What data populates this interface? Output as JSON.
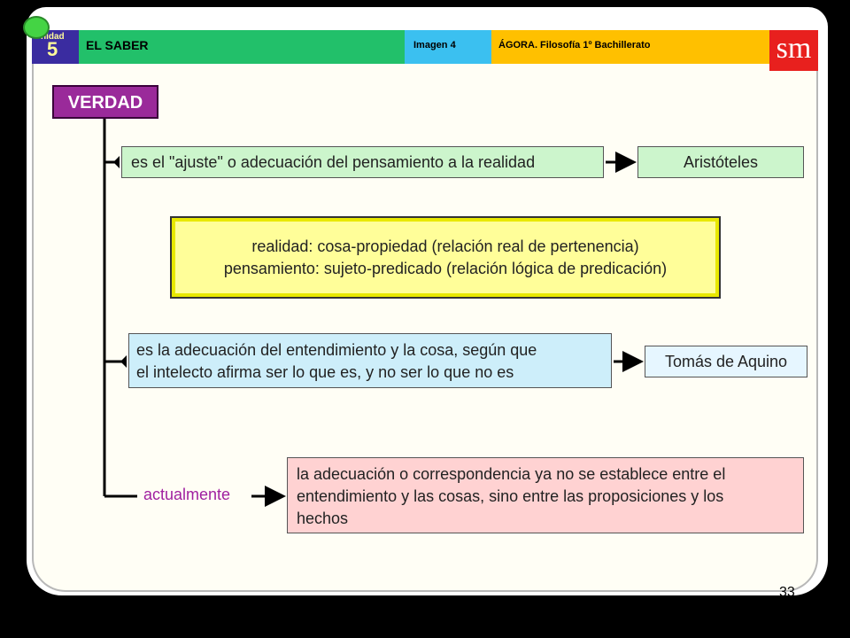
{
  "header": {
    "unit_label": "nidad",
    "unit_number": "5",
    "section": "EL SABER",
    "image": "Imagen 4",
    "book": "ÁGORA. Filosofía 1º Bachillerato",
    "logo": "sm"
  },
  "diagram": {
    "root": "VERDAD",
    "branch1": "es el \"ajuste\" o adecuación del pensamiento a la realidad",
    "branch1_author": "Aristóteles",
    "note_line1": "realidad: cosa-propiedad (relación real de pertenencia)",
    "note_line2": "pensamiento: sujeto-predicado (relación lógica de predicación)",
    "branch2_line1": "es la adecuación del entendimiento y la cosa, según que",
    "branch2_line2": "el intelecto afirma ser lo que es, y no ser lo que no es",
    "branch2_author": "Tomás de Aquino",
    "branch3_label": "actualmente",
    "branch3_line1": "la adecuación o correspondencia ya no se establece entre el",
    "branch3_line2": "entendimiento y las cosas, sino entre las proposiciones y los",
    "branch3_line3": "hechos"
  },
  "page_number": "33",
  "colors": {
    "root": "#9a2a9a",
    "green_box": "#ccf5cc",
    "note_box": "#fffe99",
    "blue_box": "#cdeefa",
    "pink_box": "#ffd2d2"
  }
}
